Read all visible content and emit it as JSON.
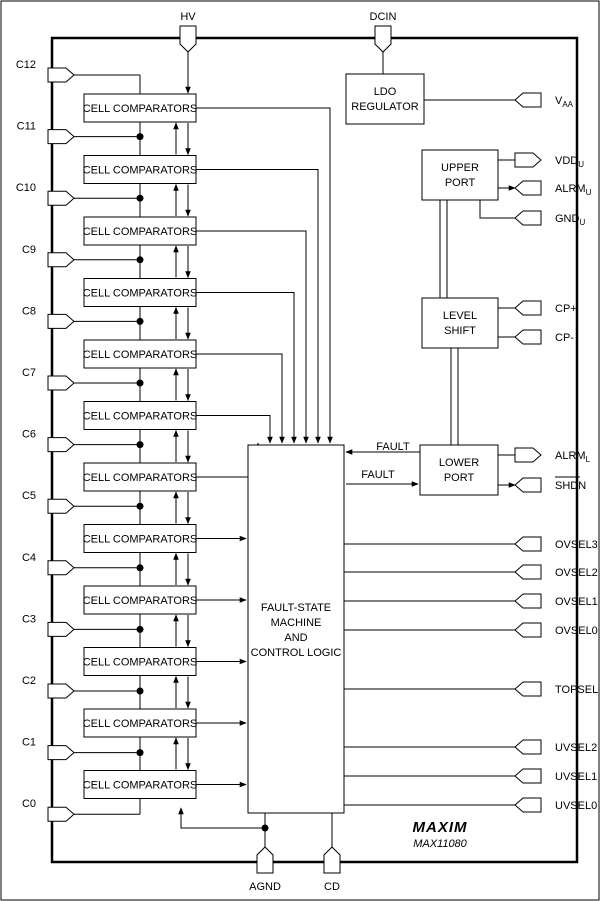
{
  "diagram": {
    "part_number": "MAX11080",
    "brand": "MAXIM",
    "top_pins": [
      "HV",
      "DCIN"
    ],
    "bottom_pins": [
      "AGND",
      "CD"
    ],
    "left_pins": [
      "C12",
      "C11",
      "C10",
      "C9",
      "C8",
      "C7",
      "C6",
      "C5",
      "C4",
      "C3",
      "C2",
      "C1",
      "C0"
    ],
    "comparator_label": "CELL COMPARATORS",
    "comparator_count": 12,
    "ldo": {
      "line1": "LDO",
      "line2": "REGULATOR"
    },
    "upper_port": {
      "line1": "UPPER",
      "line2": "PORT"
    },
    "level_shift": {
      "line1": "LEVEL",
      "line2": "SHIFT"
    },
    "lower_port": {
      "line1": "LOWER",
      "line2": "PORT"
    },
    "fault_logic": {
      "line1": "FAULT-STATE",
      "line2": "MACHINE",
      "line3": "AND",
      "line4": "CONTROL LOGIC"
    },
    "fault_in": "FAULT",
    "fault_out": "FAULT",
    "right_pins": {
      "vaa": "V",
      "vaa_sub": "AA",
      "vddu": "VDD",
      "vddu_sub": "U",
      "alrmu": "ALRM",
      "alrmu_sub": "U",
      "gndu": "GND",
      "gndu_sub": "U",
      "cp_plus": "CP+",
      "cp_minus": "CP-",
      "alrml": "ALRM",
      "alrml_sub": "L",
      "shdn": "SHDN",
      "ovsel3": "OVSEL3",
      "ovsel2": "OVSEL2",
      "ovsel1": "OVSEL1",
      "ovsel0": "OVSEL0",
      "topsel": "TOPSEL",
      "uvsel2": "UVSEL2",
      "uvsel1": "UVSEL1",
      "uvsel0": "UVSEL0"
    }
  }
}
